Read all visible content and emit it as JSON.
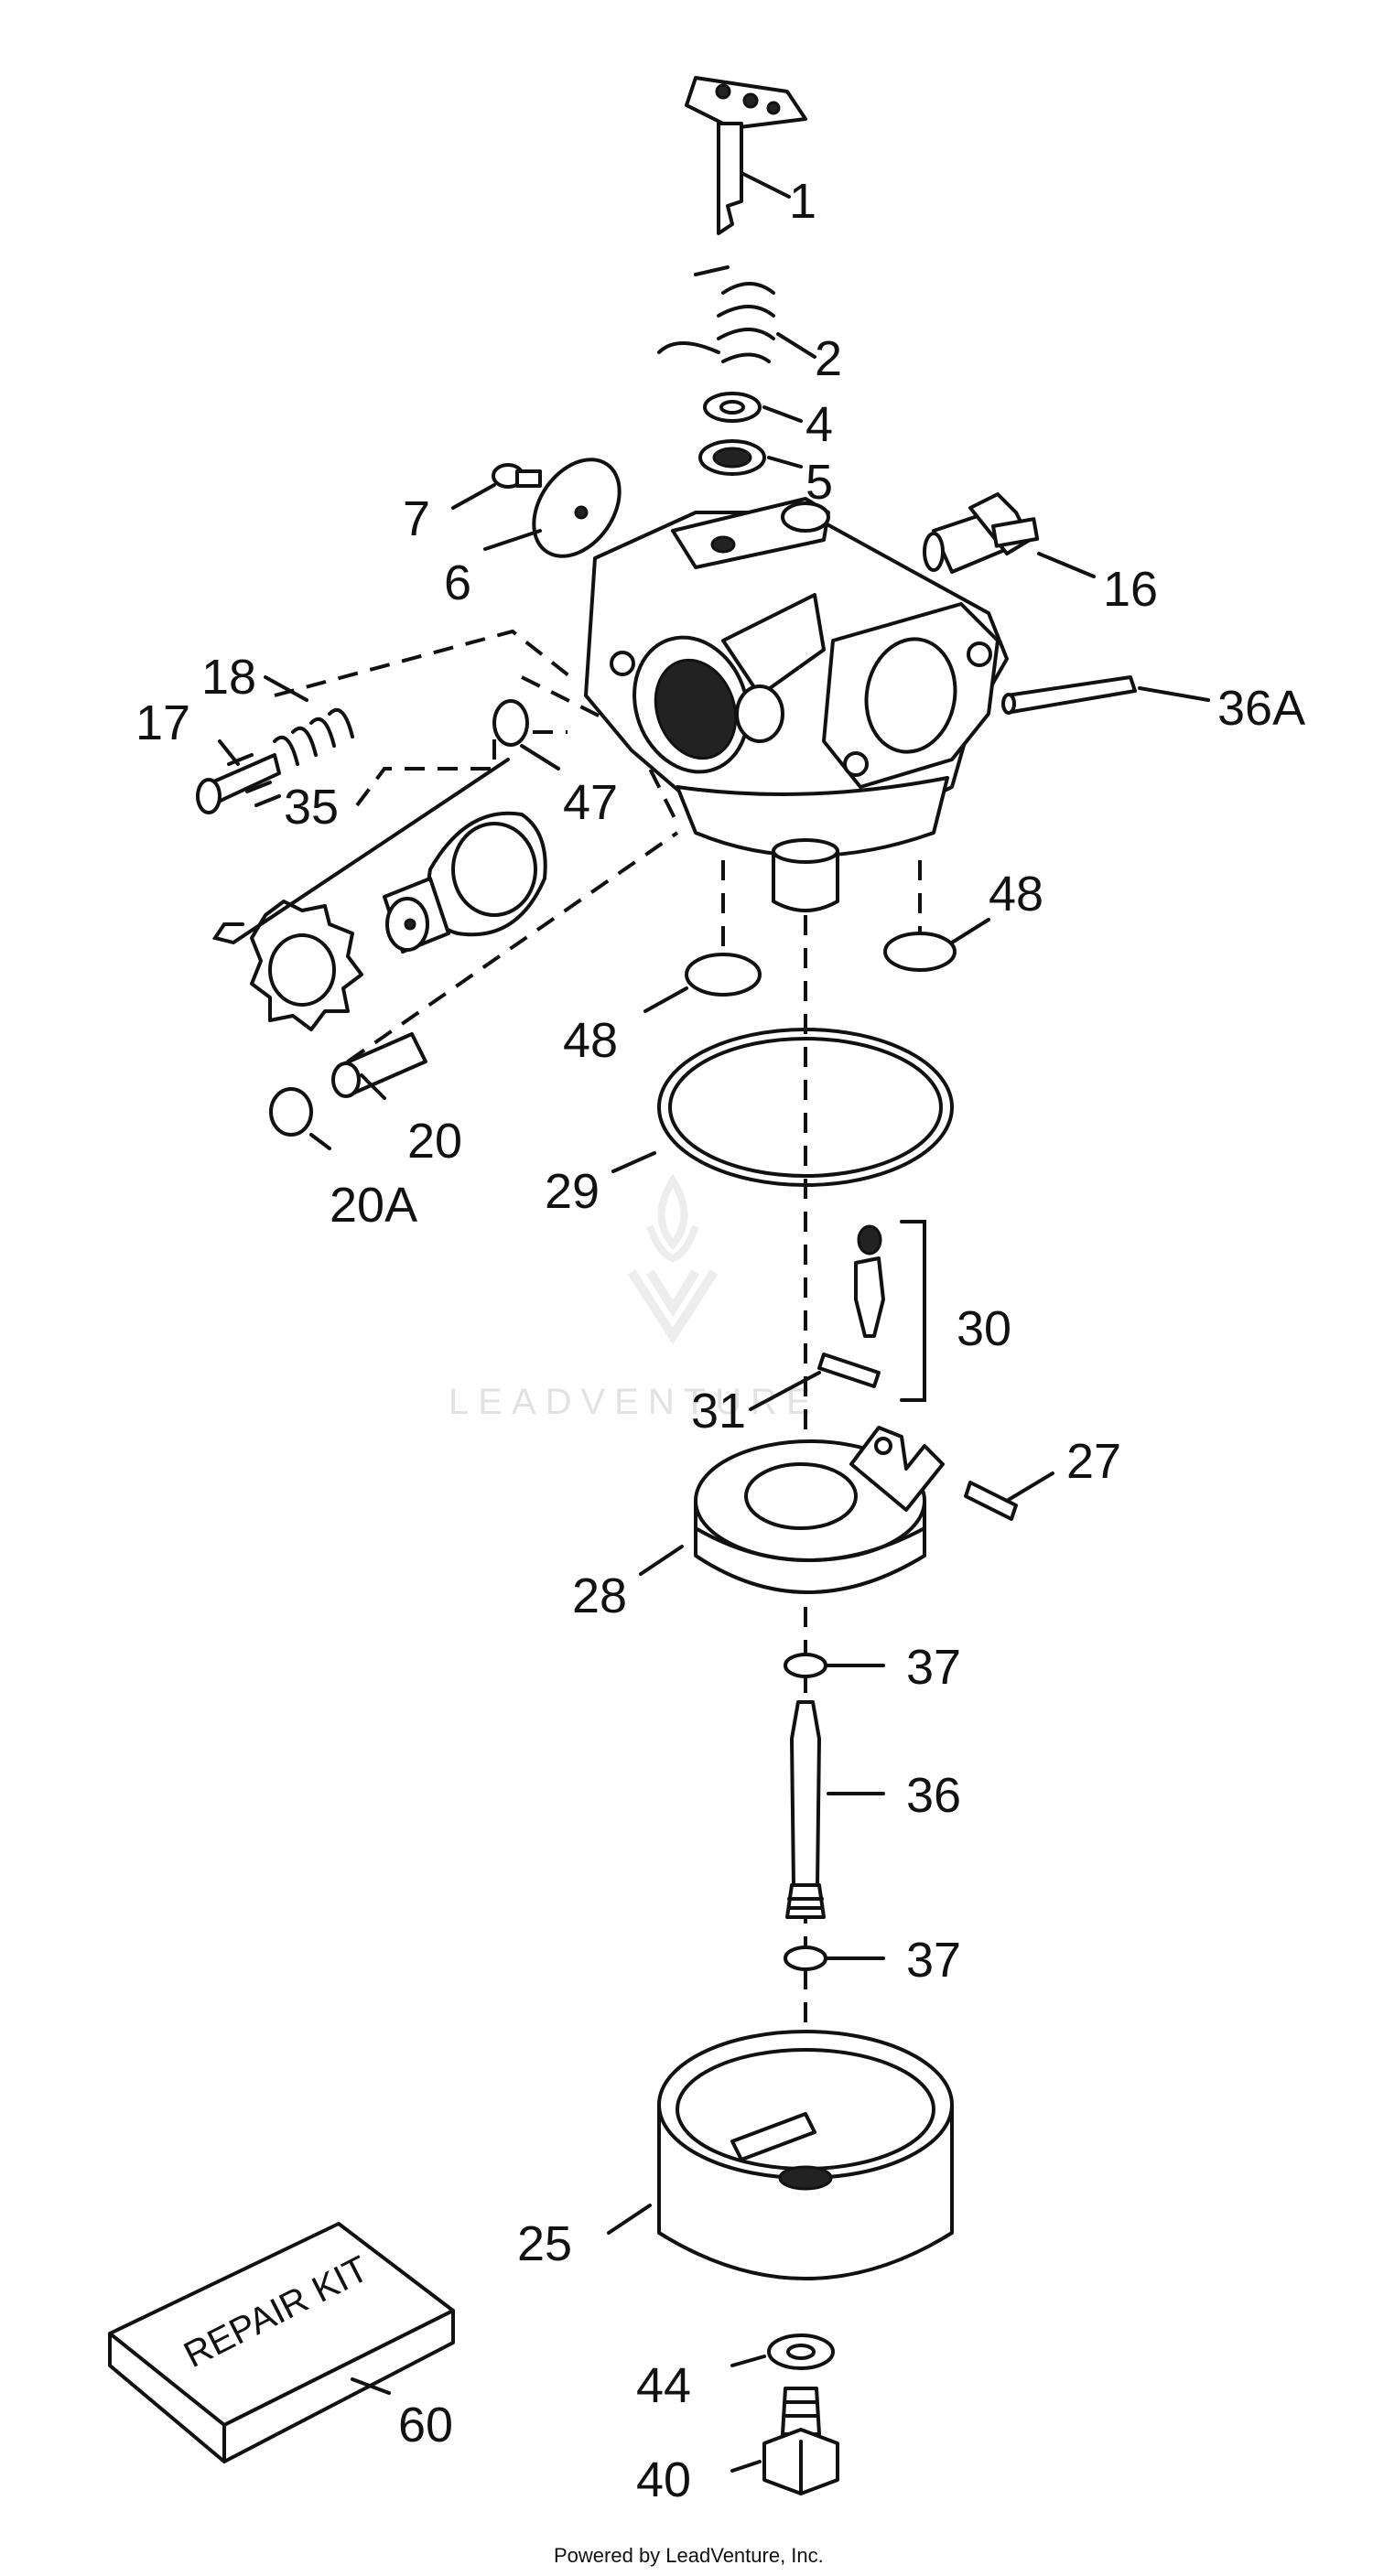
{
  "callouts": [
    "1",
    "2",
    "4",
    "5",
    "7",
    "6",
    "16",
    "18",
    "17",
    "36A",
    "35",
    "47",
    "48",
    "48",
    "20",
    "20A",
    "29",
    "30",
    "31",
    "27",
    "28",
    "37",
    "36",
    "37",
    "25",
    "44",
    "60",
    "40"
  ],
  "repair_kit_label": "REPAIR KIT",
  "watermark": "LEADVENTURE",
  "footer": "Powered by LeadVenture, Inc."
}
